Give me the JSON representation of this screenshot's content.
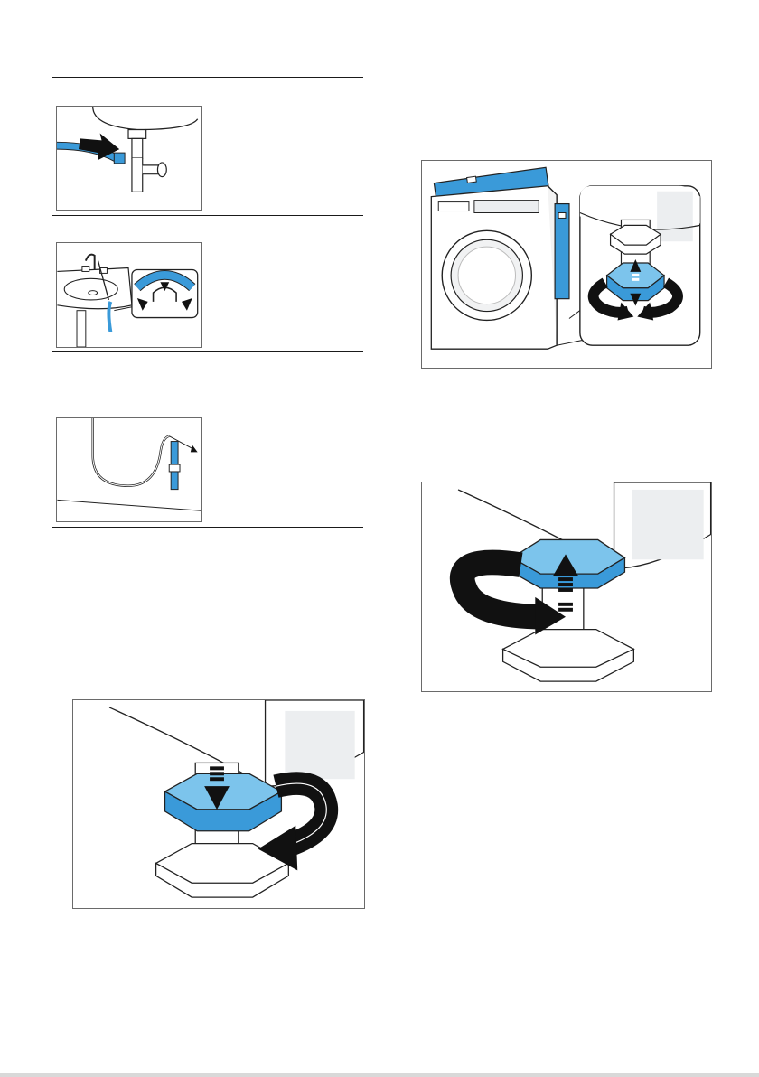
{
  "page": {
    "colors": {
      "accent_blue": "#3a9ad9",
      "accent_blue_light": "#7cc4ec",
      "rule": "#1a1a1a",
      "frame_border": "#6a6a6a"
    },
    "left_column": {
      "drain_options": [
        {
          "illustration": "drain-hose-connected-to-sink-siphon"
        },
        {
          "illustration": "drain-hose-hooked-over-washbasin"
        },
        {
          "illustration": "drain-hose-hooked-into-drainpipe"
        }
      ],
      "foot_figure": {
        "illustration": "lock-nut-tightened-on-foot"
      }
    },
    "right_column": {
      "level_figure": {
        "illustration": "spirit-level-on-washing-machine-and-foot-adjustment"
      },
      "foot_figure": {
        "illustration": "lock-nut-loosened-on-foot"
      }
    }
  }
}
